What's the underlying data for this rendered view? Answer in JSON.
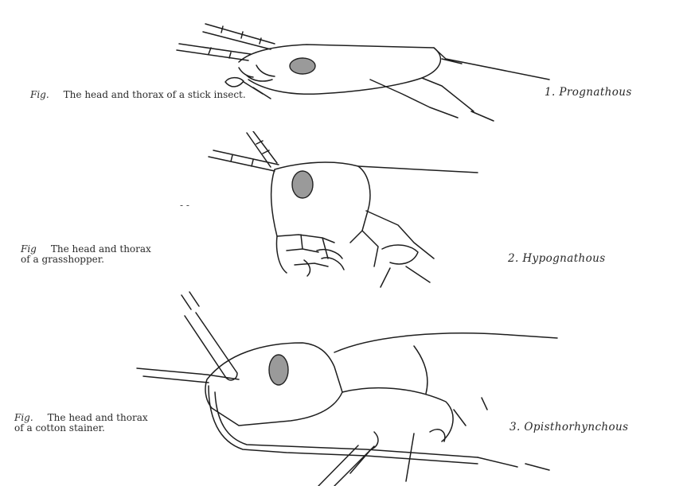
{
  "figures": [
    {
      "fig_mark": "Fig.",
      "caption": "The head and thorax of a stick insect.",
      "label": "1. Prognathous"
    },
    {
      "fig_mark": "Fig",
      "caption_line1": "The head and thorax",
      "caption_line2": "of a grasshopper.",
      "label": "2. Hypognathous"
    },
    {
      "fig_mark": "Fig.",
      "caption_line1": "The head and thorax",
      "caption_line2": "of a cotton stainer.",
      "label": "3. Opisthorhynchous"
    }
  ]
}
